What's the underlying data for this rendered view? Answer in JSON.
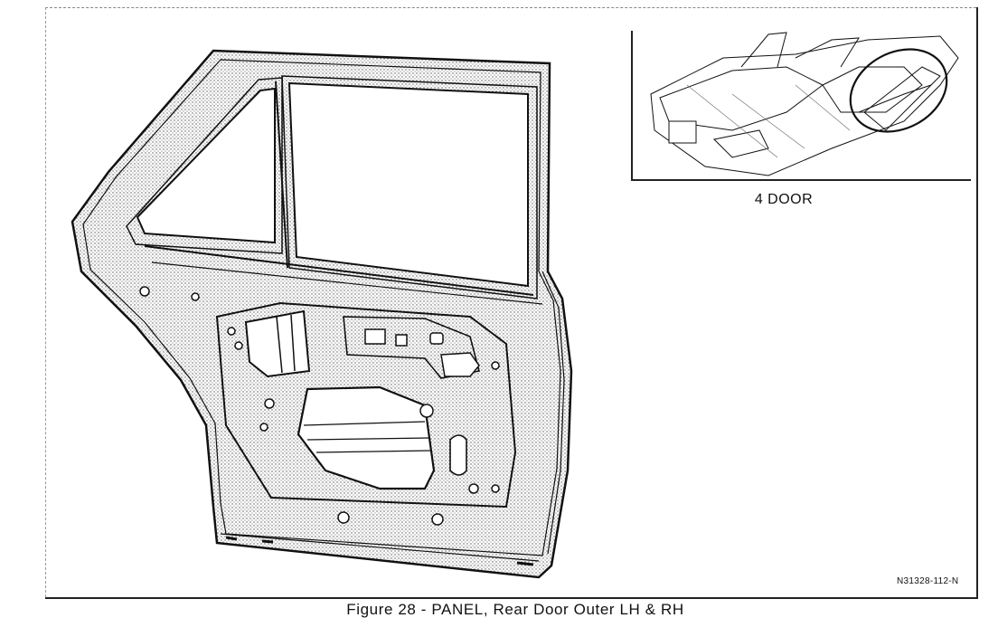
{
  "figure": {
    "caption": "Figure 28 - PANEL, Rear Door Outer LH & RH",
    "reference_code": "N31328-112-N"
  },
  "inset": {
    "label": "4 DOOR"
  }
}
